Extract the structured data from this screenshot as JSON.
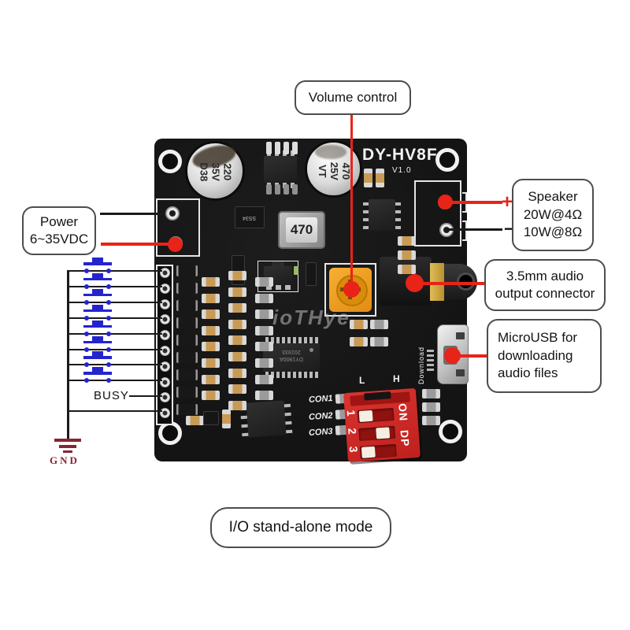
{
  "callouts": {
    "volume": {
      "text": "Volume control"
    },
    "power": {
      "line1": "Power",
      "line2": "6~35VDC",
      "minus": "−",
      "plus": "+"
    },
    "speaker": {
      "line1": "Speaker",
      "line2": "20W@4Ω",
      "line3": "10W@8Ω",
      "plus": "+",
      "minus": "−"
    },
    "audio": {
      "line1": "3.5mm audio",
      "line2": "output connector"
    },
    "usb": {
      "line1": "MicroUSB for",
      "line2": "downloading",
      "line3": "audio files"
    },
    "mode": {
      "text": "I/O stand-alone mode"
    }
  },
  "left_panel": {
    "busy": "BUSY",
    "gnd": "GND"
  },
  "board_silk": {
    "model": "DY-HV8F",
    "version": "V1.0",
    "con1": "CON1",
    "con2": "CON2",
    "con3": "CON3",
    "l": "L",
    "h": "H",
    "download": "Download"
  },
  "components": {
    "cap1": {
      "text": "220\n35V\nD38"
    },
    "cap2": {
      "text": "470\n25V\nVT"
    },
    "inductor": "470",
    "main_chip": {
      "line1": "DY1900A",
      "line2": "201933"
    },
    "diode1": "SS34",
    "dip": {
      "n1": "1",
      "n2": "2",
      "n3": "3",
      "on": "ON",
      "dp": "DP"
    }
  },
  "watermark": "ioTHye",
  "colors": {
    "red": "#e82318",
    "blue": "#2424cf",
    "maroon": "#8a2433",
    "board": "#161616",
    "dip_red": "#cf2a26",
    "pot_orange": "#f0a030"
  }
}
